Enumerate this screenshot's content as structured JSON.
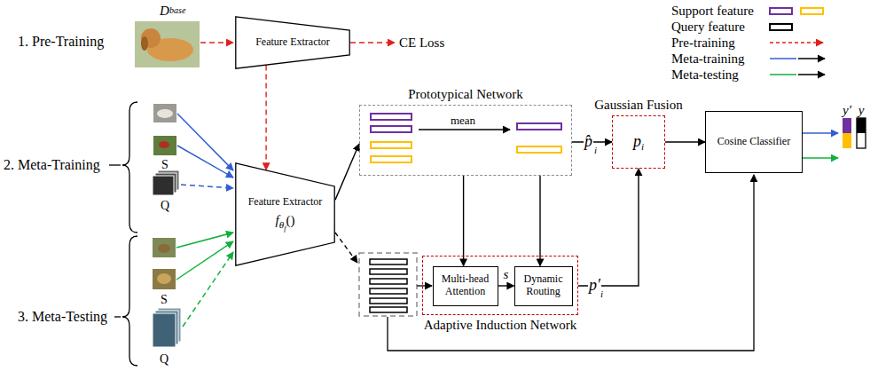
{
  "diagram": {
    "nodes": [
      {
        "text": [
          "Feature Extractor"
        ]
      },
      {
        "text": [
          "Feature Extractor",
          "f",
          "θ",
          "f",
          "()"
        ]
      },
      {
        "text": [
          "Prototypical Network"
        ]
      },
      {
        "text": [
          "Adaptive Induction Network"
        ]
      },
      {
        "text": [
          "Multi-head Attention"
        ],
        "in": 3
      },
      {
        "text": [
          "Dynamic Routing"
        ],
        "in": 3
      },
      {
        "text": [
          "Gaussian Fusion",
          "p",
          "i"
        ]
      },
      {
        "text": [
          "Cosine Classifier"
        ]
      }
    ],
    "edges": [
      {
        "from": 0,
        "to": 1,
        "arrow": "to"
      },
      {
        "from": 1,
        "to": 2,
        "arrow": "to"
      },
      {
        "from": 2,
        "to": 6,
        "arrow": "to"
      },
      {
        "from": 2,
        "to": 4,
        "arrow": "to"
      },
      {
        "from": 2,
        "to": 5,
        "arrow": "to"
      },
      {
        "from": 4,
        "to": 5,
        "label": "s",
        "arrow": "to"
      },
      {
        "from": 3,
        "to": 6,
        "arrow": "to"
      },
      {
        "from": 6,
        "to": 7,
        "arrow": "to"
      }
    ],
    "labels": [
      "1. Pre-Training",
      "2. Meta-Training",
      "3. Meta-Testing",
      "D",
      "base",
      "CE Loss",
      "S",
      "Q",
      "S",
      "Q",
      "mean",
      "p̂",
      "i",
      "p′",
      "i",
      "y′",
      "y"
    ],
    "legend": [
      {
        "text": "Support feature"
      },
      {
        "text": "Query feature"
      },
      {
        "text": "Pre-training"
      },
      {
        "text": "Meta-training"
      },
      {
        "text": "Meta-testing"
      }
    ]
  }
}
